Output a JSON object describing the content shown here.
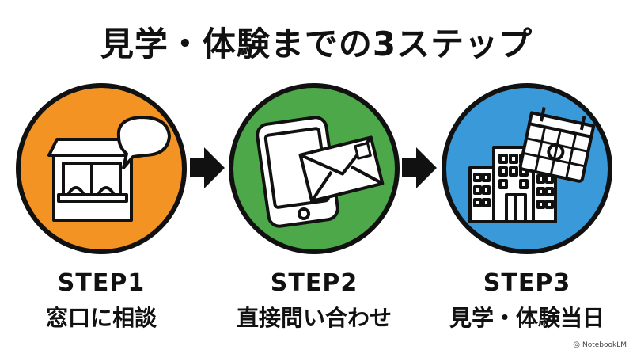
{
  "title": "見学・体験までの3ステップ",
  "colors": {
    "step1": "#F39324",
    "step2": "#4DA84A",
    "step3": "#3A9AD9",
    "outline": "#111111"
  },
  "steps": [
    {
      "number": "STEP1",
      "text": "窓口に相談",
      "icon": "shop-speech-bubble-icon"
    },
    {
      "number": "STEP2",
      "text": "直接問い合わせ",
      "icon": "phone-envelope-icon"
    },
    {
      "number": "STEP3",
      "text": "見学・体験当日",
      "icon": "building-calendar-icon"
    }
  ],
  "arrow_icon": "arrow-right-icon",
  "credit": {
    "logo_icon": "notebooklm-logo-icon",
    "text": "NotebookLM"
  }
}
